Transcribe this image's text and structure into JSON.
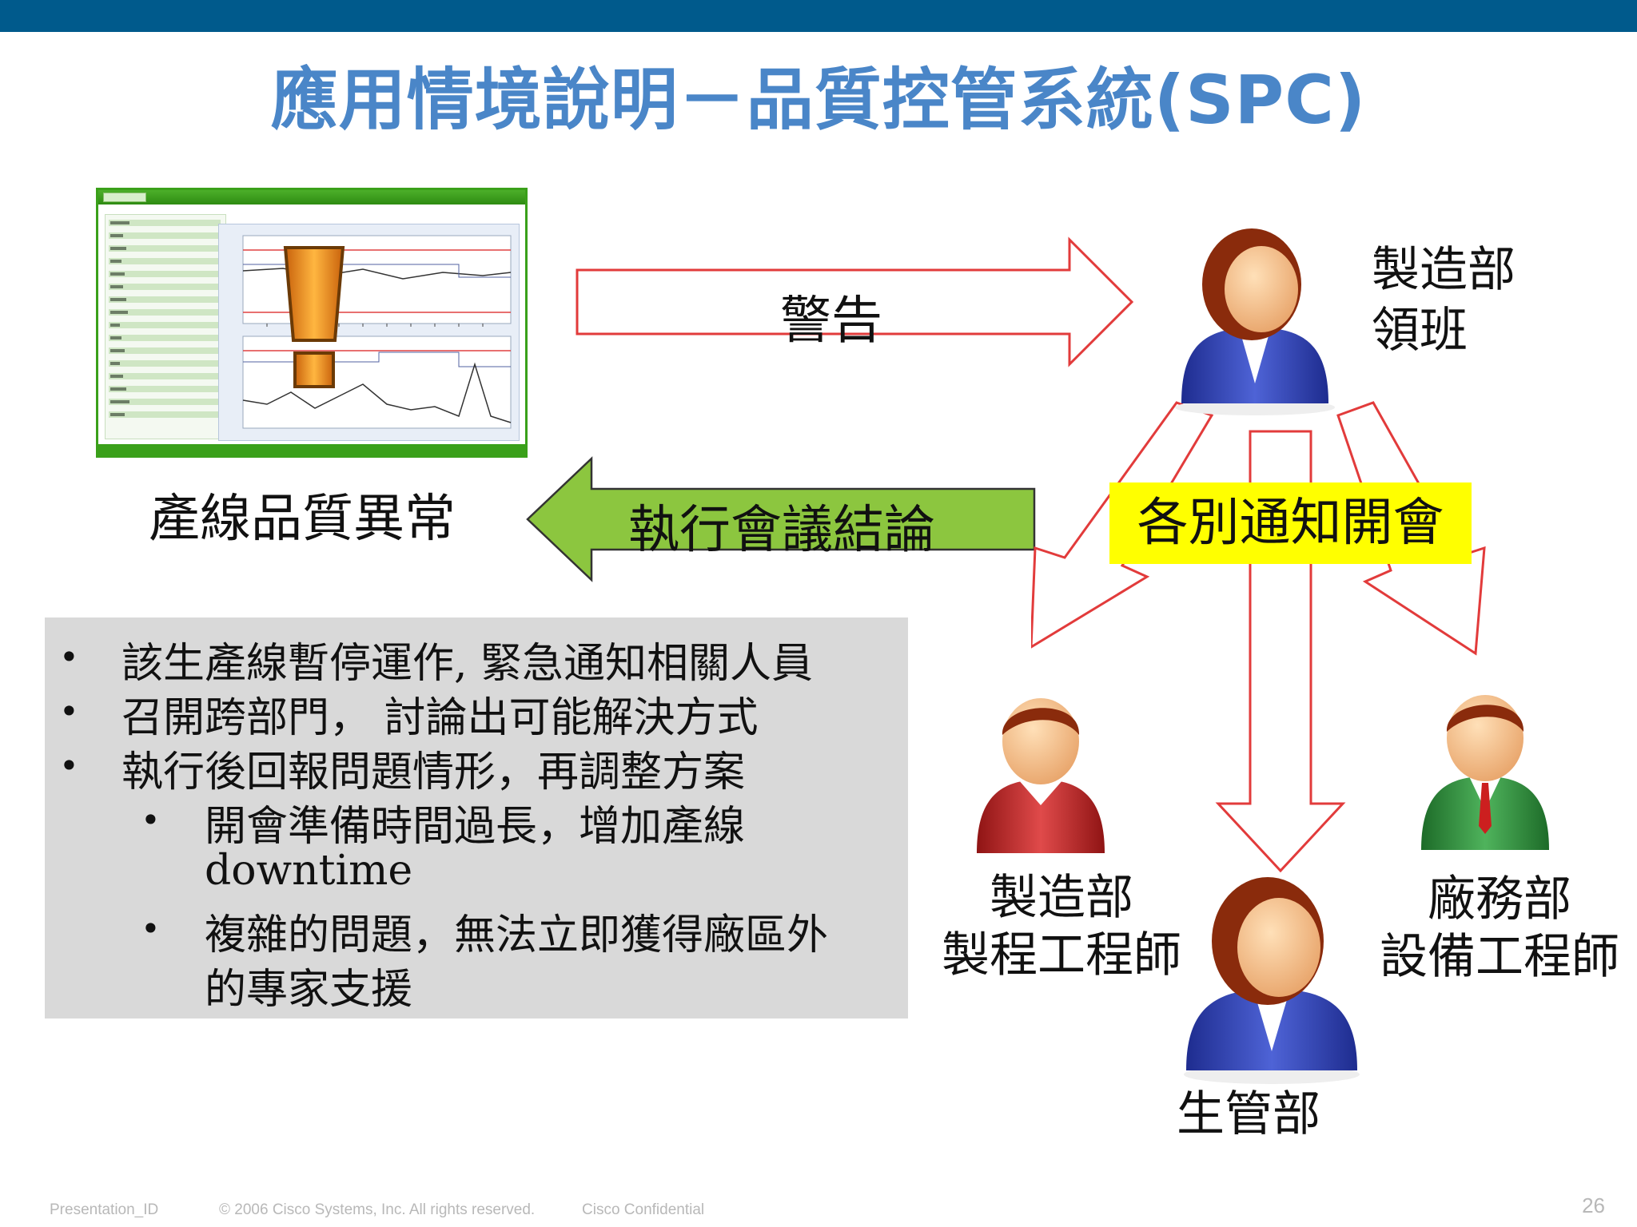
{
  "slide": {
    "title": "應用情境說明－品質控管系統(SPC)",
    "page_number": "26"
  },
  "screenshot": {
    "caption": "產線品質異常",
    "warning_icon": "exclamation-warning-icon"
  },
  "arrows": {
    "alert_label": "警告",
    "execute_label": "執行會議結論",
    "notify_label": "各別通知開會"
  },
  "people": {
    "leader": {
      "line1": "製造部",
      "line2": "領班",
      "icon": "person-icon"
    },
    "mfg_engineer": {
      "line1": "製造部",
      "line2": "製程工程師",
      "icon": "person-icon"
    },
    "facility_engineer": {
      "line1": "廠務部",
      "line2": "設備工程師",
      "icon": "person-icon"
    },
    "production_control": {
      "line1": "生管部",
      "icon": "person-icon"
    }
  },
  "bullets": {
    "items": [
      "該生產線暫停運作, 緊急通知相關人員",
      "召開跨部門， 討論出可能解決方式",
      "執行後回報問題情形，再調整方案"
    ],
    "sub_items": [
      {
        "line1": "開會準備時間過長，增加產線",
        "line2": "downtime"
      },
      {
        "line1": "複雜的問題，無法立即獲得廠區外",
        "line2": "的專家支援"
      }
    ]
  },
  "footer": {
    "presentation_id": "Presentation_ID",
    "copyright": "© 2006 Cisco Systems, Inc. All rights reserved.",
    "confidential": "Cisco Confidential"
  },
  "colors": {
    "top_bar": "#005a8c",
    "title": "#4a86c8",
    "alert_arrow_outline": "#e23b3b",
    "execute_arrow_fill": "#8cc63f",
    "notify_highlight": "#ffff00",
    "bullet_box": "#d9d9d9",
    "leader_shirt": "#2f3fae",
    "mfg_engineer_shirt": "#c62828",
    "facility_engineer_shirt": "#2e8b3a"
  }
}
